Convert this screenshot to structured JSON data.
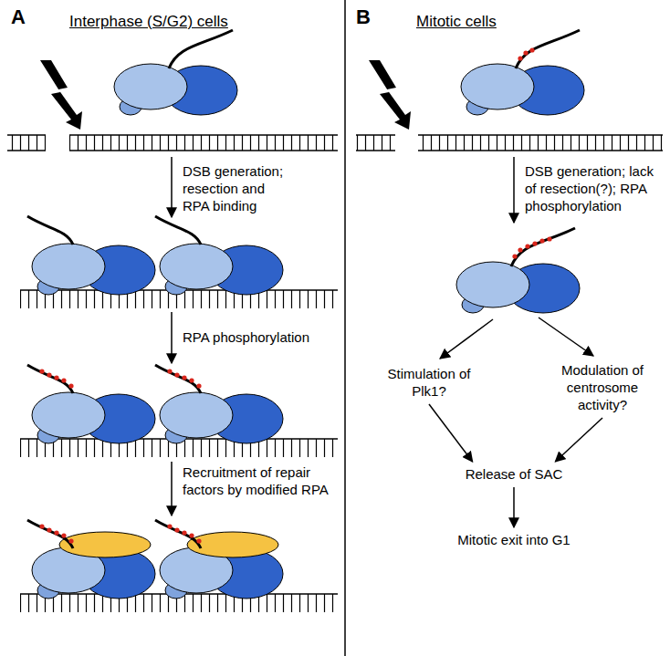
{
  "diagram": {
    "nodes": [
      {
        "text": [
          "Stimulation of Plk1?"
        ]
      },
      {
        "text": [
          "Modulation of centrosome activity?"
        ]
      },
      {
        "text": [
          "Release of SAC"
        ]
      },
      {
        "text": [
          "Mitotic exit into G1"
        ]
      }
    ],
    "edges": [
      {
        "from": 0,
        "to": 2,
        "arrow": "to"
      },
      {
        "from": 1,
        "to": 2,
        "arrow": "to"
      },
      {
        "from": 2,
        "to": 3,
        "arrow": "to"
      }
    ],
    "labels": [
      "A",
      "Interphase (S/G2) cells",
      "DSB generation; resection and RPA binding",
      "RPA phosphorylation",
      "Recruitment of repair factors by modified RPA",
      "B",
      "Mitotic cells",
      "DSB generation; lack of resection(?); RPA phosphorylation"
    ]
  }
}
